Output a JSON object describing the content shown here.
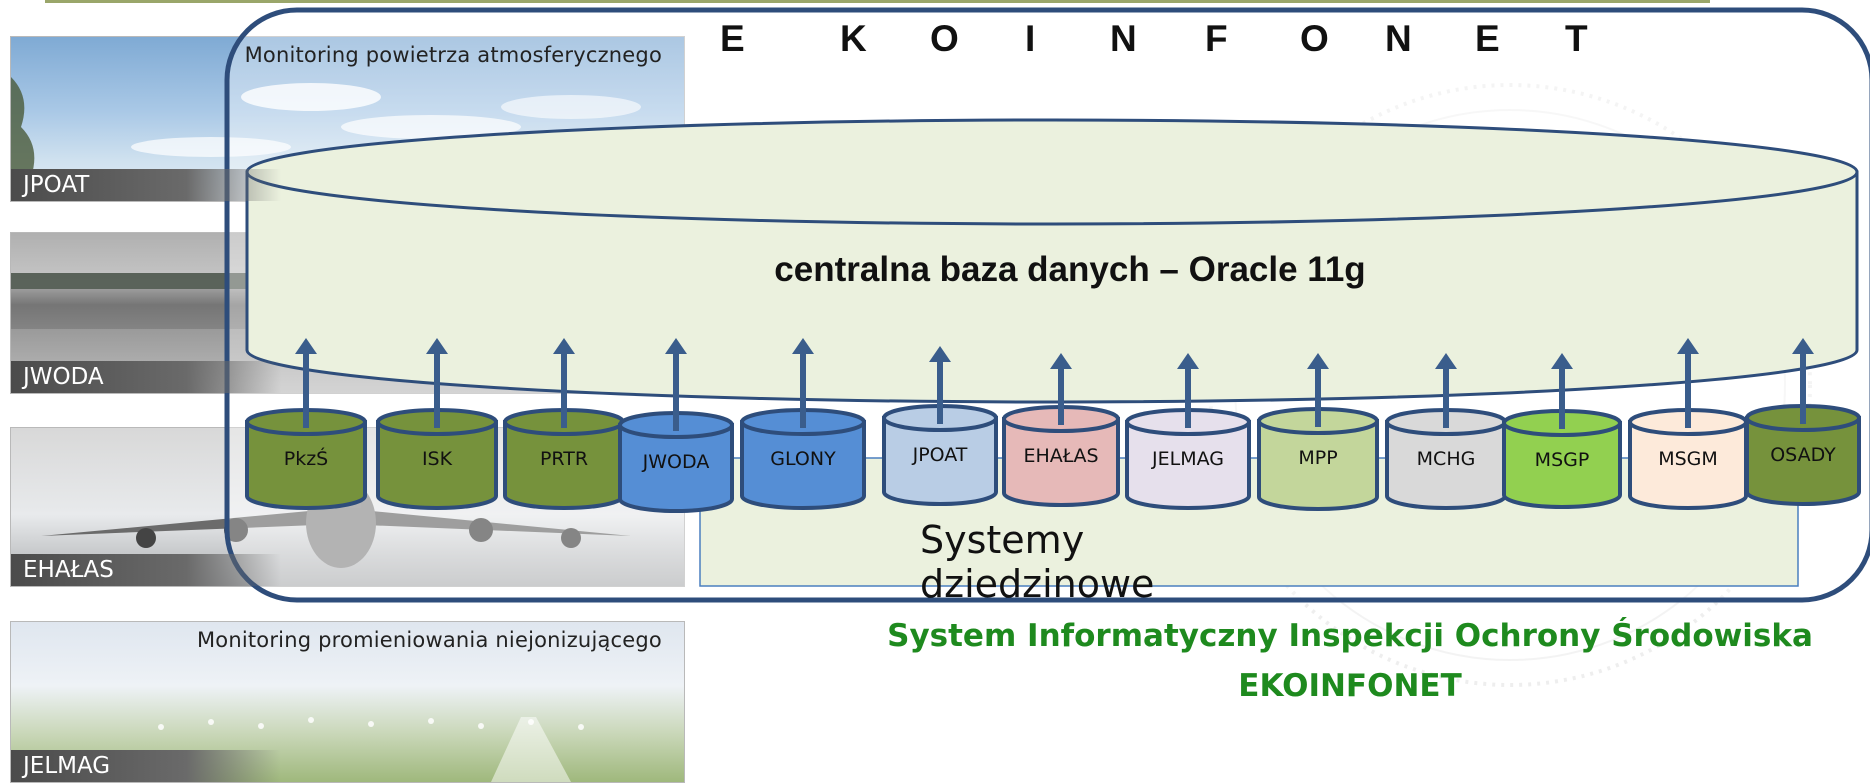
{
  "title_letters": [
    "E",
    "K",
    "O",
    "I",
    "N",
    "F",
    "O",
    "N",
    "E",
    "T"
  ],
  "central_db": "centralna baza danych – Oracle 11g",
  "domain_systems_label": "Systemy dziedzinowe",
  "footer": {
    "line1": "System Informatyczny Inspekcji Ochrony Środowiska",
    "line2": "EKOINFONET"
  },
  "panels": [
    {
      "label": "JPOAT",
      "caption": "Monitoring powietrza atmosferycznego"
    },
    {
      "label": "JWODA",
      "caption": ""
    },
    {
      "label": "EHAŁAS",
      "caption": ""
    },
    {
      "label": "JELMAG",
      "caption": "Monitoring promieniowania niejonizującego"
    }
  ],
  "systems": [
    {
      "name": "PkzŚ",
      "color": "#76923c"
    },
    {
      "name": "ISK",
      "color": "#76923c"
    },
    {
      "name": "PRTR",
      "color": "#76923c"
    },
    {
      "name": "JWODA",
      "color": "#558ed5"
    },
    {
      "name": "GLONY",
      "color": "#558ed5"
    },
    {
      "name": "JPOAT",
      "color": "#b9cde5"
    },
    {
      "name": "EHAŁAS",
      "color": "#e6b9b8"
    },
    {
      "name": "JELMAG",
      "color": "#e6e0ec"
    },
    {
      "name": "MPP",
      "color": "#c3d69b"
    },
    {
      "name": "MCHG",
      "color": "#d9d9d9"
    },
    {
      "name": "MSGP",
      "color": "#92d050"
    },
    {
      "name": "MSGM",
      "color": "#fdeada"
    },
    {
      "name": "OSADY",
      "color": "#76923c"
    }
  ],
  "colors": {
    "frame": "#2e4d7b",
    "db_fill": "#ebf1de",
    "arrow": "#3a5d8c",
    "footer": "#1e8a1e"
  }
}
